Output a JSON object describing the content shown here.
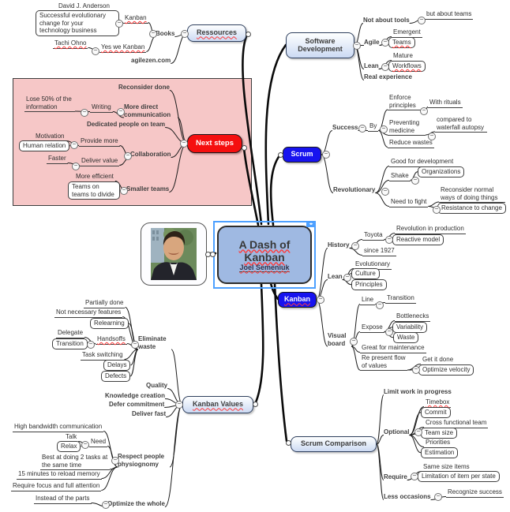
{
  "center": {
    "title": "A Dash of Kanban",
    "subtitle": "Joel Semeniuk"
  },
  "icons": {
    "collapse_glyph": "−",
    "selection_handle_glyph": "◂▸",
    "photo": "speaker-portrait"
  },
  "colors": {
    "topic_blue": "#1713ef",
    "topic_red": "#f50f0f",
    "primary_fill": "#ccdaf3",
    "center_fill": "#9fb9e2",
    "pink_panel": "#f6c7c7",
    "branch_line": "#0a0a0a",
    "squiggle_red": "#ff3b3b",
    "selection_blue": "#4da0ff"
  },
  "nodes": {
    "david_anderson": "David J. Anderson",
    "success_evo": "Successful evolutionary change for your technology business",
    "kanban_book": "Kanban",
    "books": "Books",
    "tachi_ohno": "Tachi Ohno",
    "yes_we_kanban": "Yes we Kanban",
    "ressources": "Ressources",
    "agilezen": "agilezen.com",
    "software_dev": "Software Development",
    "not_about_tools": "Not about tools",
    "but_about_teams": "but about teams",
    "agile": "Agile",
    "emergent": "Emergent",
    "teams": "Teams",
    "lean_sd": "Lean",
    "mature": "Mature",
    "workflows": "Workflows",
    "real_experience": "Real experience",
    "scrum": "Scrum",
    "success": "Success",
    "by": "By",
    "enforce_principles": "Enforce principles",
    "with_rituals": "With rituals",
    "preventing_medicine": "Preventing medicine",
    "compared_waterfall": "compared to waterfall autopsy",
    "reduce_wastes": "Reduce wastes",
    "revolutionary": "Revolutionary",
    "good_for_dev": "Good for development",
    "shake": "Shake",
    "organizations": "Organizations",
    "need_to_fight": "Need to fight",
    "reconsider_normal": "Reconsider normal ways of doing things",
    "resistance_change": "Resistance to change",
    "next_steps": "Next steps",
    "reconsider_done": "Reconsider done",
    "lose50": "Lose 50% of the information",
    "writing": "Writing",
    "more_direct": "More direct communication",
    "dedicated_people": "Dedicated people on team",
    "motivation": "Motivation",
    "human_relation": "Human relation",
    "provide_more": "Provide more",
    "faster": "Faster",
    "deliver_value": "Deliver value",
    "collaboration": "Collaboration",
    "more_efficient": "More efficient",
    "teams_divide": "Teams on teams to divide",
    "smaller_teams": "Smaller teams",
    "kanban_topic": "Kanban",
    "history": "History",
    "toyota": "Toyota",
    "revolution_production": "Revolution in production",
    "reactive_model": "Reactive model",
    "since_1927": "since 1927",
    "lean_k": "Lean",
    "evolutionary": "Evolutionary",
    "culture": "Culture",
    "principles": "Principles",
    "visual_board": "Visual board",
    "line_k": "Line",
    "transition_k": "Transition",
    "expose": "Expose",
    "bottlenecks": "Bottlenecks",
    "variability": "Variability",
    "waste": "Waste",
    "great_maintenance": "Great for maintenance",
    "represent_flow": "Re present flow of values",
    "get_it_done": "Get it done",
    "optimize_velocity": "Optimize velocity",
    "kanban_values": "Kanban Values",
    "eliminate_waste": "Eliminate waste",
    "partially_done": "Partially done",
    "not_necessary": "Not necessary features",
    "relearning": "Relearning",
    "delegate": "Delegate",
    "transition2": "Transition",
    "handsoffs": "Handsoffs",
    "task_switching": "Task switching",
    "delays": "Delays",
    "defects": "Defects",
    "quality": "Quality",
    "knowledge_creation": "Knowledge creation",
    "defer_commitment": "Defer commitment",
    "deliver_fast": "Deliver fast",
    "respect_people": "Respect people physiognomy",
    "high_bandwidth": "High bandwidth communication",
    "talk": "Talk",
    "relax": "Relax",
    "need": "Need",
    "best_2tasks": "Best at doing 2 tasks at the same time",
    "reload_memory": "15 minutes to reload memory",
    "require_focus": "Require focus and full attention",
    "optimize_whole": "Optimize the whole",
    "instead_parts": "Instead of the parts",
    "scrum_comparison": "Scrum Comparison",
    "limit_wip": "Limit work in progress",
    "optional": "Optional",
    "timebox": "Timebox",
    "commit": "Commit",
    "cross_functional": "Cross functional team",
    "team_size": "Team size",
    "priorities": "Priorities",
    "estimation": "Estimation",
    "require": "Require",
    "same_size": "Same size items",
    "limitation_item": "Limitation of item per state",
    "less_occasions": "Less occasions",
    "recognize_success": "Recognize success"
  }
}
